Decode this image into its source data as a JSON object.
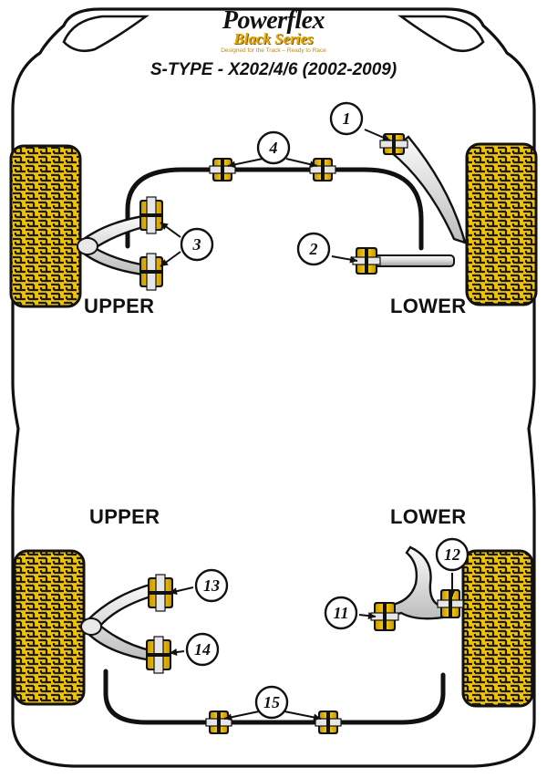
{
  "brand": {
    "name": "Powerflex",
    "series": "Black Series",
    "tagline": "Designed for the Track – Ready to Race"
  },
  "title": "S-TYPE - X202/4/6 (2002-2009)",
  "front": {
    "upper_label": "UPPER",
    "lower_label": "LOWER"
  },
  "rear": {
    "upper_label": "UPPER",
    "lower_label": "LOWER"
  },
  "callouts": [
    "1",
    "2",
    "3",
    "4",
    "11",
    "12",
    "13",
    "14",
    "15"
  ],
  "colors": {
    "tyre_yellow": "#f2c400",
    "tyre_dark": "#1a1a1a",
    "bush_yellow": "#f0c000",
    "outline": "#111111"
  }
}
